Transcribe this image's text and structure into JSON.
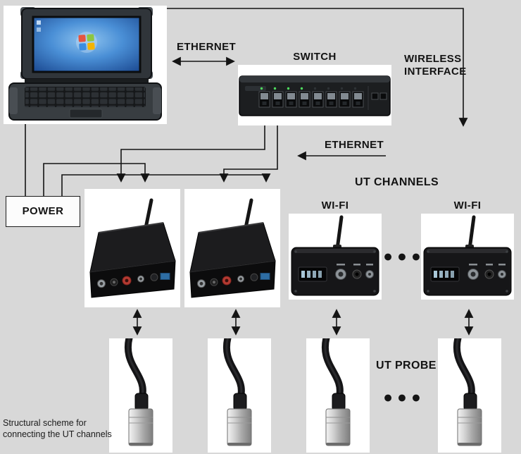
{
  "diagram": {
    "labels": {
      "ethernet_top": "ETHERNET",
      "switch": "SWITCH",
      "wireless_line1": "WIRELESS",
      "wireless_line2": "INTERFACE",
      "ethernet_bottom": "ETHERNET",
      "power": "POWER",
      "ut_channels": "UT CHANNELS",
      "wifi_left": "WI-FI",
      "wifi_right": "WI-FI",
      "ut_probe": "UT PROBE",
      "ellipsis_channels": "●●●",
      "ellipsis_probes": "●●●"
    },
    "caption": {
      "line1": "Structural scheme for",
      "line2": "connecting the UT channels"
    },
    "images": {
      "laptop": "rugged-laptop-photo",
      "switch": "ethernet-switch-photo",
      "ut_channel_1": "ut-channel-module-photo",
      "ut_channel_2": "ut-channel-module-photo",
      "ut_channel_wifi_1": "wifi-ut-channel-module-photo",
      "ut_channel_wifi_2": "wifi-ut-channel-module-photo",
      "probe_1": "ut-probe-photo",
      "probe_2": "ut-probe-photo",
      "probe_3": "ut-probe-photo",
      "probe_4": "ut-probe-photo"
    },
    "colors": {
      "background": "#d8d8d8",
      "line": "#141414",
      "tile": "#ffffff",
      "text": "#131313"
    }
  }
}
